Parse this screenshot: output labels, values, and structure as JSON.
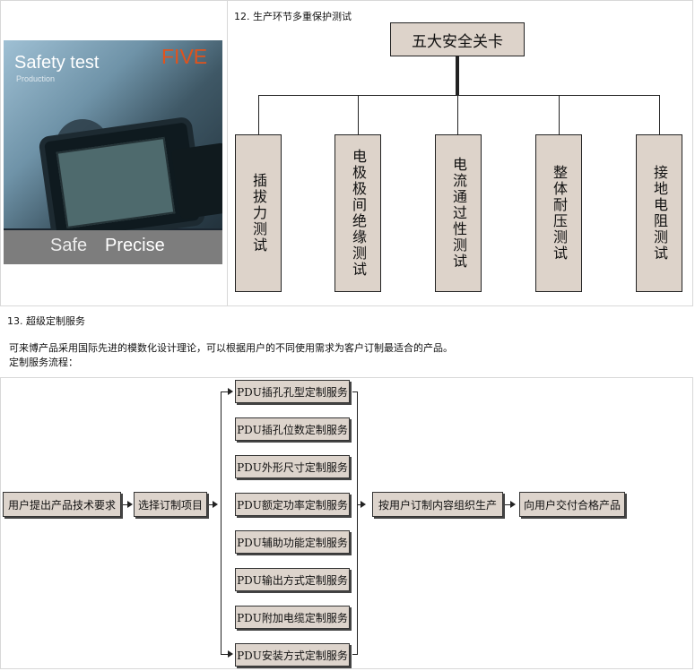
{
  "banner": {
    "title": "Safety test",
    "subtitle": "Production",
    "brand": "FIVE",
    "safe": "Safe",
    "precise": "Precise"
  },
  "section12": {
    "heading": "12. 生产环节多重保护测试",
    "root": "五大安全关卡",
    "items": [
      "插拔力测试",
      "电极极间绝缘测试",
      "电流通过性测试",
      "整体耐压测试",
      "接地电阻测试"
    ]
  },
  "section13": {
    "heading": "13. 超级定制服务",
    "para1": "可来博产品采用国际先进的模数化设计理论，可以根据用户的不同使用需求为客户订制最适合的产品。",
    "para2": "定制服务流程："
  },
  "flow": {
    "step1": "用户提出产品技术要求",
    "step2": "选择订制项目",
    "services": [
      "PDU插孔孔型定制服务",
      "PDU插孔位数定制服务",
      "PDU外形尺寸定制服务",
      "PDU额定功率定制服务",
      "PDU辅助功能定制服务",
      "PDU输出方式定制服务",
      "PDU附加电缆定制服务",
      "PDU安装方式定制服务"
    ],
    "step3": "按用户订制内容组织生产",
    "step4": "向用户交付合格产品"
  }
}
